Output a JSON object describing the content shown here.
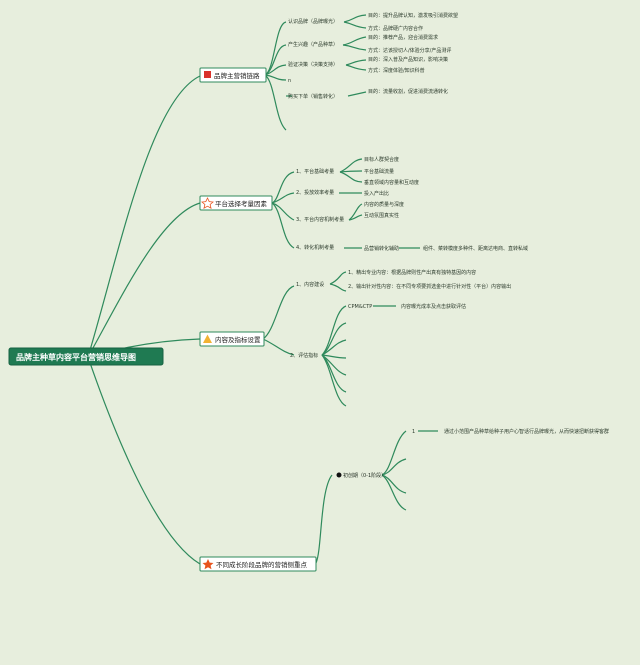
{
  "root": "品牌主种草内容平台营销思维导图",
  "branches": {
    "b1": {
      "label": "品牌主营销链路",
      "icon": "red-square-icon",
      "items": [
        {
          "label": "认识品牌（品牌曝光）",
          "children": [
            "目的：提升品牌认知，激发吸引消费欲望",
            "方式：品牌硬广内容合作"
          ]
        },
        {
          "label": "产生兴趣（产品种草）",
          "children": [
            "目的：推荐产品，迎合消费需求",
            "方式：达该授切人/体验分享/产品测评"
          ]
        },
        {
          "label": "验证决策（决策支持）",
          "children": [
            "目的：深入普及产品知识，影响决策",
            "方式：深度体验/知识科普"
          ]
        },
        {
          "label": "n",
          "children": []
        },
        {
          "label": "购买下单（销售转化）",
          "children": [
            "目的：流量收割，促进消费流通转化"
          ]
        }
      ]
    },
    "b2": {
      "label": "平台选择考量因素",
      "icon": "star-outline-icon",
      "items": [
        {
          "label": "1、平台基础考量",
          "children": [
            "目标人群契合度",
            "平台基础流量",
            "垂直领域内容量和互动度"
          ]
        },
        {
          "label": "2、投放效率考量",
          "children": [
            "投入产出比"
          ]
        },
        {
          "label": "3、平台内容机制考量",
          "children": [
            "内容的质量与深度",
            "互动氛围真实性"
          ]
        },
        {
          "label": "4、转化机制考量",
          "children": [
            "品营销转化辅助"
          ],
          "extra": "组件、菜转模度多种件、距离达电商、直转私域"
        }
      ]
    },
    "b3": {
      "label": "内容及指标设置",
      "icon": "warning-icon",
      "items": [
        {
          "label": "1、内容建设",
          "children": [
            "1、精出专业内容：根据品牌则性产出真有独特基因的内容",
            "2、输出针对性内容：在不同专项要抓选金中进行针对性（平台）内容输出"
          ]
        },
        {
          "label": "2、评估指标",
          "children": [
            "CPM&CTP"
          ],
          "extra": "内容曝光成本及点击获取评估"
        }
      ]
    },
    "b4": {
      "label": "不同成长阶段品牌的营销侧重点",
      "icon": "star-filled-icon",
      "items": [
        {
          "label": "初创期（0-1阶段）",
          "children": [
            "1"
          ],
          "extra": "通过小范围产品种草给种子用户心智话行品牌曝光，从而快速扭断获得客群"
        }
      ]
    }
  },
  "colors": {
    "background": "#e7eedd",
    "line": "#2f8a5c",
    "root_fill": "#1f7a52",
    "root_text": "#ffffff",
    "red_icon": "#d9322b",
    "star_icon": "#e8541e",
    "warning_icon": "#f2b233"
  }
}
